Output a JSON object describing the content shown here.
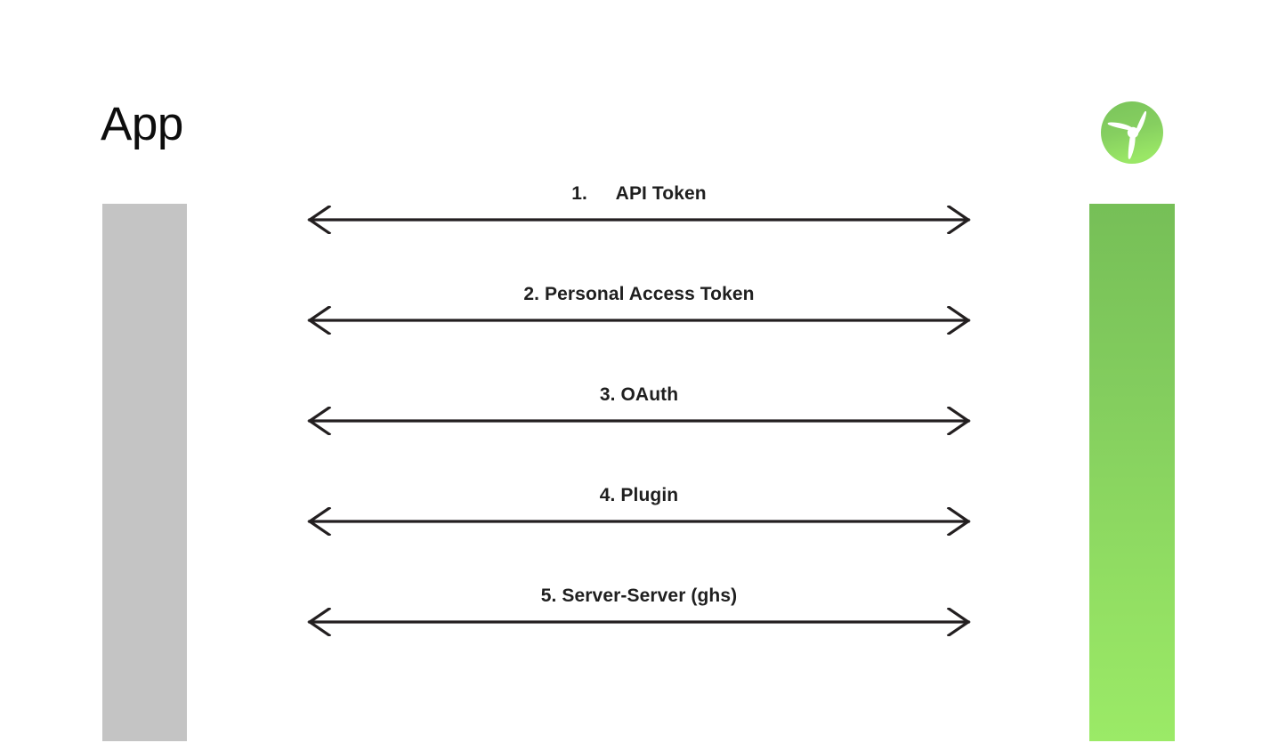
{
  "diagram": {
    "type": "sequence-diagram",
    "left_actor": {
      "label": "App",
      "lifeline_color": "#c4c4c4"
    },
    "right_actor": {
      "icon": "propeller-logo-icon",
      "lifeline_gradient_top": "#76bf57",
      "lifeline_gradient_bottom": "#9bea67"
    },
    "messages": [
      {
        "label": "1.  API Token",
        "direction": "bidirectional"
      },
      {
        "label": "2. Personal Access Token",
        "direction": "bidirectional"
      },
      {
        "label": "3. OAuth",
        "direction": "bidirectional"
      },
      {
        "label": "4. Plugin",
        "direction": "bidirectional"
      },
      {
        "label": "5. Server-Server (ghs)",
        "direction": "bidirectional"
      }
    ]
  }
}
